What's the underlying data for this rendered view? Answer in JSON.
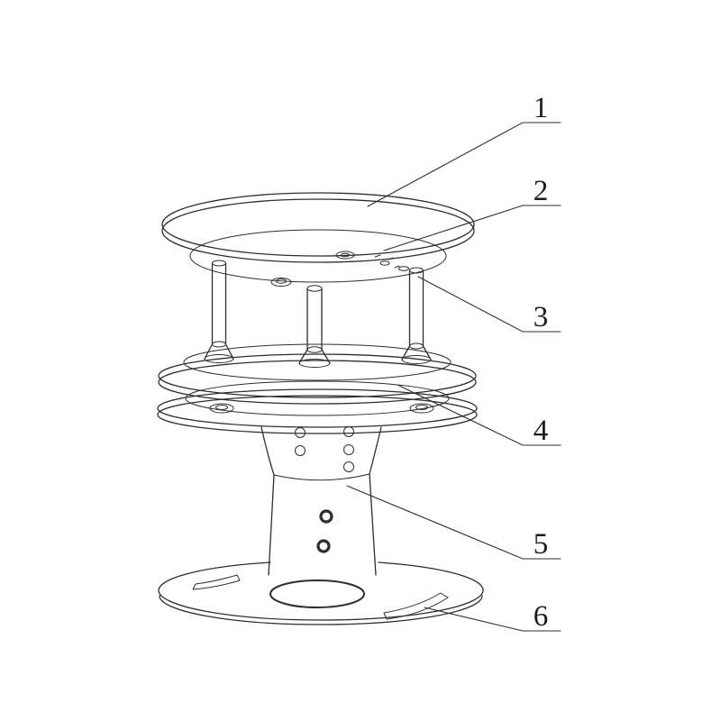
{
  "figure": {
    "callouts": [
      {
        "label": "1"
      },
      {
        "label": "2"
      },
      {
        "label": "3"
      },
      {
        "label": "4"
      },
      {
        "label": "5"
      },
      {
        "label": "6"
      }
    ]
  }
}
